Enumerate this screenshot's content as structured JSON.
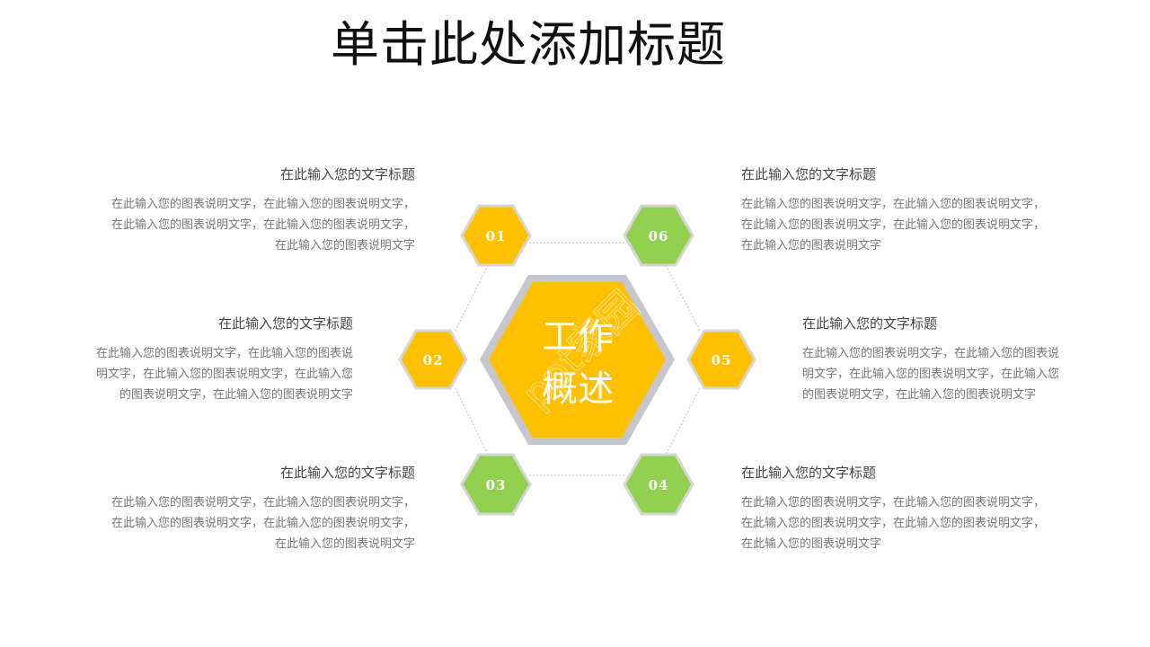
{
  "slide": {
    "title": "单击此处添加标题"
  },
  "center": {
    "line1": "工作",
    "line2": "概述",
    "fill": "#FFC000",
    "border": "#C6C6CE"
  },
  "watermark": "ppt家园",
  "colors": {
    "yellow": "#FFC000",
    "green": "#92D050",
    "hex_border": "#D6D6D6",
    "connector": "#BFBFBF",
    "heading_text": "#444444",
    "desc_text": "#777777"
  },
  "nodes": [
    {
      "num": "01",
      "color": "#FFC000"
    },
    {
      "num": "02",
      "color": "#FFC000"
    },
    {
      "num": "03",
      "color": "#92D050"
    },
    {
      "num": "04",
      "color": "#92D050"
    },
    {
      "num": "05",
      "color": "#FFC000"
    },
    {
      "num": "06",
      "color": "#92D050"
    }
  ],
  "blocks": {
    "b01": {
      "heading": "在此输入您的文字标题",
      "desc": [
        "在此输入您的图表说明文字，在此输入您的图表说明文字，",
        "在此输入您的图表说明文字，在此输入您的图表说明文字，",
        "在此输入您的图表说明文字"
      ]
    },
    "b02": {
      "heading": "在此输入您的文字标题",
      "desc": [
        "在此输入您的图表说明文字，在此输入您的图表说",
        "明文字，在此输入您的图表说明文字，在此输入您",
        "的图表说明文字，在此输入您的图表说明文字"
      ]
    },
    "b03": {
      "heading": "在此输入您的文字标题",
      "desc": [
        "在此输入您的图表说明文字，在此输入您的图表说明文字，",
        "在此输入您的图表说明文字，在此输入您的图表说明文字，",
        "在此输入您的图表说明文字"
      ]
    },
    "b04": {
      "heading": "在此输入您的文字标题",
      "desc": [
        "在此输入您的图表说明文字，在此输入您的图表说明文字，",
        "在此输入您的图表说明文字，在此输入您的图表说明文字，",
        "在此输入您的图表说明文字"
      ]
    },
    "b05": {
      "heading": "在此输入您的文字标题",
      "desc": [
        "在此输入您的图表说明文字，在此输入您的图表说",
        "明文字，在此输入您的图表说明文字，在此输入您",
        "的图表说明文字，在此输入您的图表说明文字"
      ]
    },
    "b06": {
      "heading": "在此输入您的文字标题",
      "desc": [
        "在此输入您的图表说明文字，在此输入您的图表说明文字，",
        "在此输入您的图表说明文字，在此输入您的图表说明文字，",
        "在此输入您的图表说明文字"
      ]
    }
  }
}
